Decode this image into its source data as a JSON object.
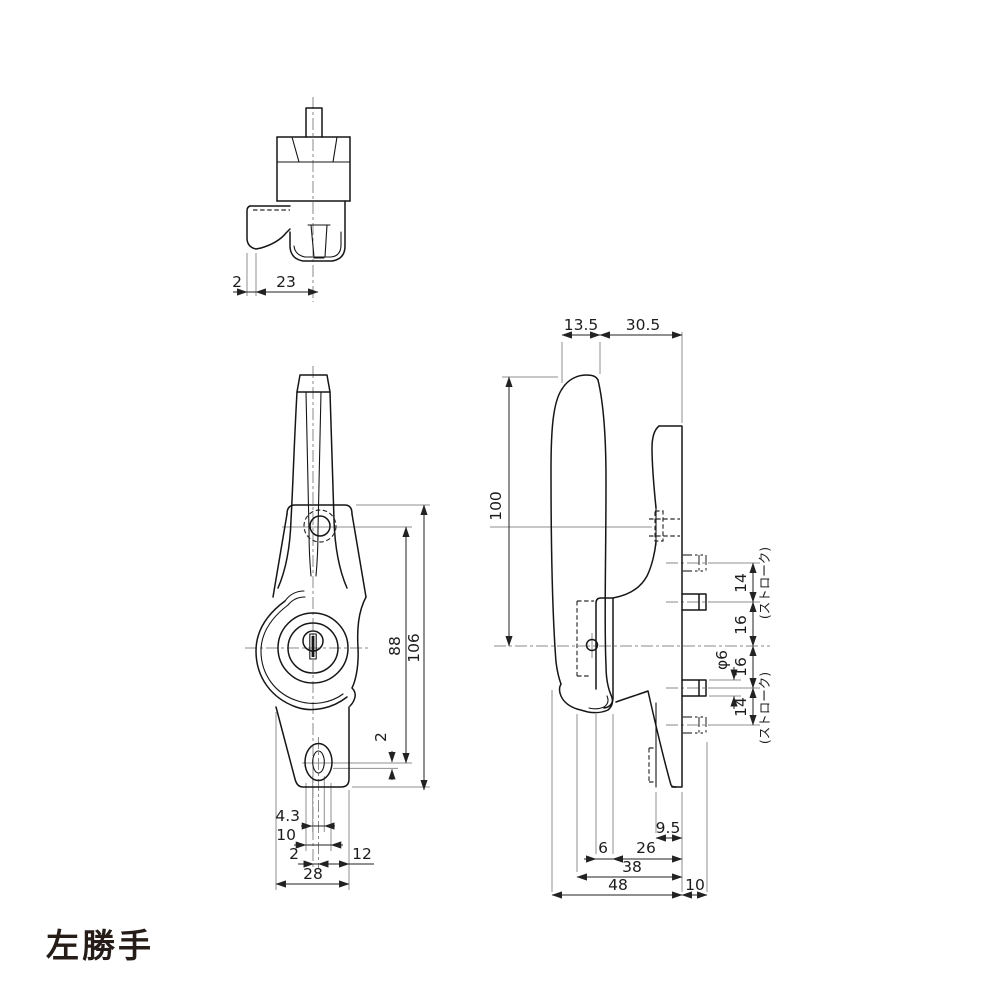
{
  "caption": "左勝手",
  "labels": {
    "top": {
      "d2": "2",
      "d23": "23"
    },
    "front": {
      "d88": "88",
      "d106": "106",
      "d2r": "2",
      "d43": "4.3",
      "d10": "10",
      "d2b": "2",
      "d12": "12",
      "d28": "28"
    },
    "side": {
      "d135": "13.5",
      "d305": "30.5",
      "d100": "100",
      "d14a": "14",
      "d16a": "16",
      "d16b": "16",
      "d14b": "14",
      "dphi": "φ6",
      "stroke1": "(ストローク)",
      "stroke2": "(ストローク)",
      "d95": "9.5",
      "d6": "6",
      "d26": "26",
      "d38": "38",
      "d48": "48",
      "d10": "10"
    }
  },
  "colors": {
    "background": "#ffffff",
    "object_line": "#161616",
    "dimension_line": "#222222",
    "extension_line": "#8f8f8f",
    "caption_text": "#261d18"
  }
}
